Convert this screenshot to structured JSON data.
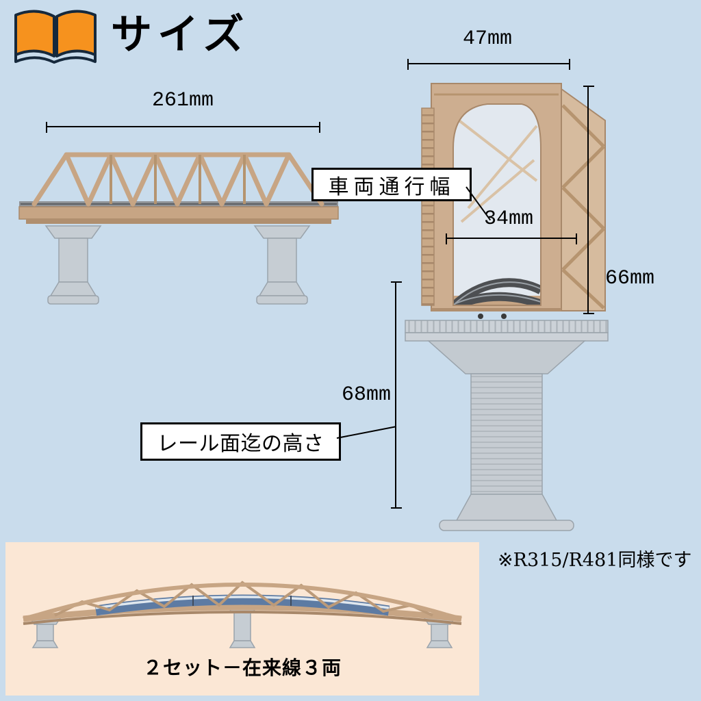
{
  "colors": {
    "background": "#c9dcec",
    "panel_background": "#fbe7d5",
    "book_icon_orange": "#f6921e",
    "book_icon_outline": "#16293c",
    "bridge_tan": "#cdae90",
    "pier_gray": "#c6ccd2",
    "train_blue": "#5d7ba3",
    "annotation_black": "#000000",
    "callout_background": "#ffffff"
  },
  "icons": {
    "header": "open-book-icon"
  },
  "header": {
    "title": "サイズ"
  },
  "side_view": {
    "length_dimension": "261mm"
  },
  "front_view": {
    "top_width_dimension": "47mm",
    "height_dimension": "66mm",
    "passage_label": "車両通行幅",
    "passage_width_dimension": "34mm",
    "rail_height_dimension": "68mm",
    "rail_height_label": "レール面迄の高さ"
  },
  "note": "※R315/R481同様です",
  "bottom_panel": {
    "caption": "２セット－在来線３両"
  }
}
